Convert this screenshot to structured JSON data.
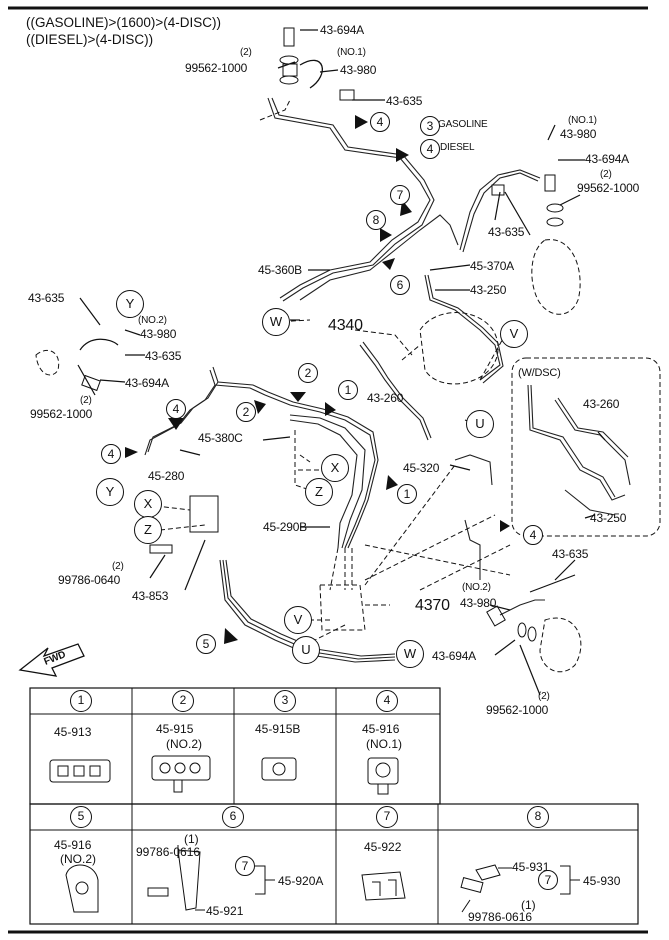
{
  "title": {
    "line1": "((GASOLINE)>(1600)>(4-DISC))",
    "line2": "((DIESEL)>(4-DISC))"
  },
  "labels": {
    "p43694a": "43-694A",
    "p43980": "43-980",
    "p43635": "43-635",
    "p99562": "99562-1000",
    "p45360b": "45-360B",
    "p45370a": "45-370A",
    "p4340": "4340",
    "p43250": "43-250",
    "p43260": "43-260",
    "p45380c": "45-380C",
    "p45280": "45-280",
    "p45320": "45-320",
    "p45290b": "45-290B",
    "p99786": "99786-0640",
    "p43853": "43-853",
    "p4370": "4370",
    "no1": "(NO.1)",
    "no2": "(NO.2)",
    "two": "(2)",
    "gasoline": "GASOLINE",
    "diesel": "DIESEL",
    "wdsc": "(W/DSC)",
    "fwd": "FWD"
  },
  "callouts": {
    "c1": "1",
    "c2": "2",
    "c3": "3",
    "c4": "4",
    "c5": "5",
    "c6": "6",
    "c7": "7",
    "c8": "8",
    "W": "W",
    "V": "V",
    "U": "U",
    "X": "X",
    "Y": "Y",
    "Z": "Z"
  },
  "legend": {
    "headers": [
      "1",
      "2",
      "3",
      "4",
      "5",
      "6",
      "7",
      "8"
    ],
    "cells": {
      "c1": "45-913",
      "c2": "45-915",
      "c2sub": "(NO.2)",
      "c3": "45-915B",
      "c4": "45-916",
      "c4sub": "(NO.1)",
      "c5": "45-916",
      "c5sub": "(NO.2)",
      "c6a": "99786-0616",
      "c6a_qty": "(1)",
      "c6b": "45-920A",
      "c6c": "45-921",
      "c7": "45-922",
      "c8a": "45-931",
      "c8b": "45-930",
      "c8c": "99786-0616",
      "c8c_qty": "(1)"
    }
  }
}
